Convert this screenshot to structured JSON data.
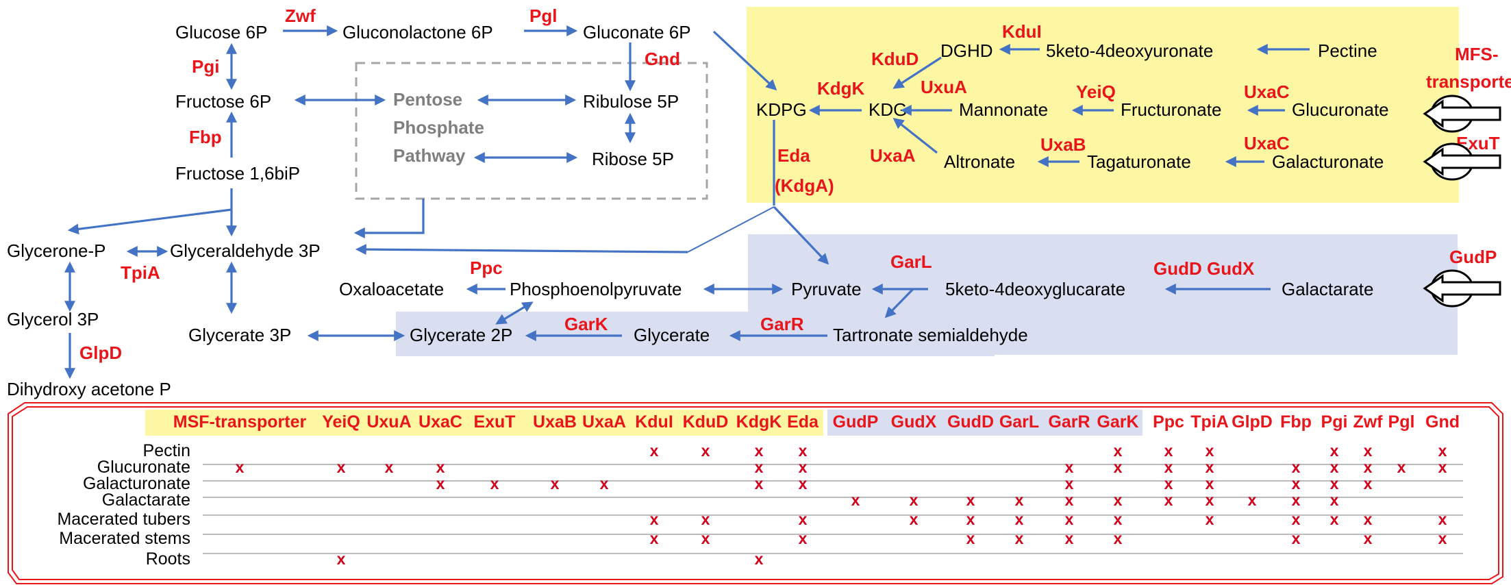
{
  "colors": {
    "arrow": "#4472c4",
    "enzyme": "#e8151b",
    "mark": "#d0021b",
    "yellow_region": "#fdf7a4",
    "blue_region": "#d9def1",
    "pentose_text": "#7f7f7f",
    "table_border": "#e8151b"
  },
  "metabolites": {
    "glucose6p": "Glucose 6P",
    "gluconolactone6p": "Gluconolactone 6P",
    "gluconate6p": "Gluconate 6P",
    "fructose6p": "Fructose 6P",
    "ribulose5p": "Ribulose 5P",
    "ribose5p": "Ribose 5P",
    "fructose16bip": "Fructose 1,6biP",
    "glycerone_p": "Glycerone-P",
    "glyceraldehyde3p": "Glyceraldehyde 3P",
    "glycerol3p": "Glycerol 3P",
    "dihydroxyacetonep": "Dihydroxy acetone P",
    "oxaloacetate": "Oxaloacetate",
    "phosphoenolpyruvate": "Phosphoenolpyruvate",
    "pyruvate": "Pyruvate",
    "glycerate3p": "Glycerate 3P",
    "glycerate2p": "Glycerate 2P",
    "glycerate": "Glycerate",
    "tartronate": "Tartronate semialdehyde",
    "keto_deoxyglucarate": "5keto-4deoxyglucarate",
    "galactarate": "Galactarate",
    "kdpg": "KDPG",
    "kdg": "KDG",
    "dghd": "DGHD",
    "keto_deoxyuronate": "5keto-4deoxyuronate",
    "pectine": "Pectine",
    "mannonate": "Mannonate",
    "fructuronate": "Fructuronate",
    "glucuronate": "Glucuronate",
    "altronate": "Altronate",
    "tagaturonate": "Tagaturonate",
    "galacturonate": "Galacturonate"
  },
  "pentose_pathway": {
    "line1": "Pentose",
    "line2": "Phosphate",
    "line3": "Pathway"
  },
  "enzymes": {
    "zwf": "Zwf",
    "pgl": "Pgl",
    "gnd": "Gnd",
    "pgi": "Pgi",
    "fbp": "Fbp",
    "tpia": "TpiA",
    "glpd": "GlpD",
    "ppc": "Ppc",
    "garl": "GarL",
    "gark": "GarK",
    "garr": "GarR",
    "gudd_gudx": "GudD GudX",
    "gudp": "GudP",
    "kdui": "KduI",
    "kdud": "KduD",
    "kdgk": "KdgK",
    "uxua": "UxuA",
    "yeiq": "YeiQ",
    "uxac1": "UxaC",
    "uxac2": "UxaC",
    "uxaa": "UxaA",
    "uxab": "UxaB",
    "eda1": "Eda",
    "eda2": "(KdgA)",
    "mfs1": "MFS-",
    "mfs2": "transporter",
    "exut": "ExuT"
  },
  "table": {
    "headers": [
      "MSF-transporter",
      "YeiQ",
      "UxuA",
      "UxaC",
      "ExuT",
      "UxaB",
      "UxaA",
      "KduI",
      "KduD",
      "KdgK",
      "Eda",
      "GudP",
      "GudX",
      "GudD",
      "GarL",
      "GarR",
      "GarK",
      "Ppc",
      "TpiA",
      "GlpD",
      "Fbp",
      "Pgi",
      "Zwf",
      "Pgl",
      "Gnd"
    ],
    "rows": [
      {
        "label": "Pectin",
        "marks": [
          0,
          0,
          0,
          0,
          0,
          0,
          0,
          1,
          1,
          1,
          1,
          0,
          0,
          0,
          0,
          0,
          1,
          1,
          1,
          0,
          0,
          1,
          1,
          0,
          1
        ]
      },
      {
        "label": "Glucuronate",
        "marks": [
          1,
          1,
          1,
          1,
          0,
          0,
          0,
          0,
          0,
          1,
          1,
          0,
          0,
          0,
          0,
          1,
          1,
          1,
          1,
          0,
          1,
          1,
          1,
          1,
          1
        ]
      },
      {
        "label": "Galacturonate",
        "marks": [
          0,
          0,
          0,
          1,
          1,
          1,
          1,
          0,
          0,
          1,
          1,
          0,
          0,
          0,
          0,
          1,
          0,
          1,
          1,
          0,
          1,
          1,
          1,
          0,
          0
        ]
      },
      {
        "label": "Galactarate",
        "marks": [
          0,
          0,
          0,
          0,
          0,
          0,
          0,
          0,
          0,
          0,
          0,
          1,
          1,
          1,
          1,
          1,
          1,
          1,
          1,
          1,
          1,
          1,
          0,
          0,
          0
        ]
      },
      {
        "label": "Macerated tubers",
        "marks": [
          0,
          0,
          0,
          0,
          0,
          0,
          0,
          1,
          1,
          0,
          1,
          0,
          1,
          1,
          1,
          1,
          1,
          0,
          1,
          0,
          1,
          1,
          1,
          0,
          1
        ]
      },
      {
        "label": "Macerated stems",
        "marks": [
          0,
          0,
          0,
          0,
          0,
          0,
          0,
          1,
          1,
          0,
          1,
          0,
          0,
          1,
          1,
          1,
          1,
          0,
          0,
          0,
          1,
          0,
          1,
          0,
          1
        ]
      },
      {
        "label": "Roots",
        "marks": [
          0,
          1,
          0,
          0,
          0,
          0,
          0,
          0,
          0,
          1,
          0,
          0,
          0,
          0,
          0,
          0,
          0,
          0,
          0,
          0,
          0,
          0,
          0,
          0,
          0
        ]
      }
    ],
    "mark_symbol": "x"
  }
}
